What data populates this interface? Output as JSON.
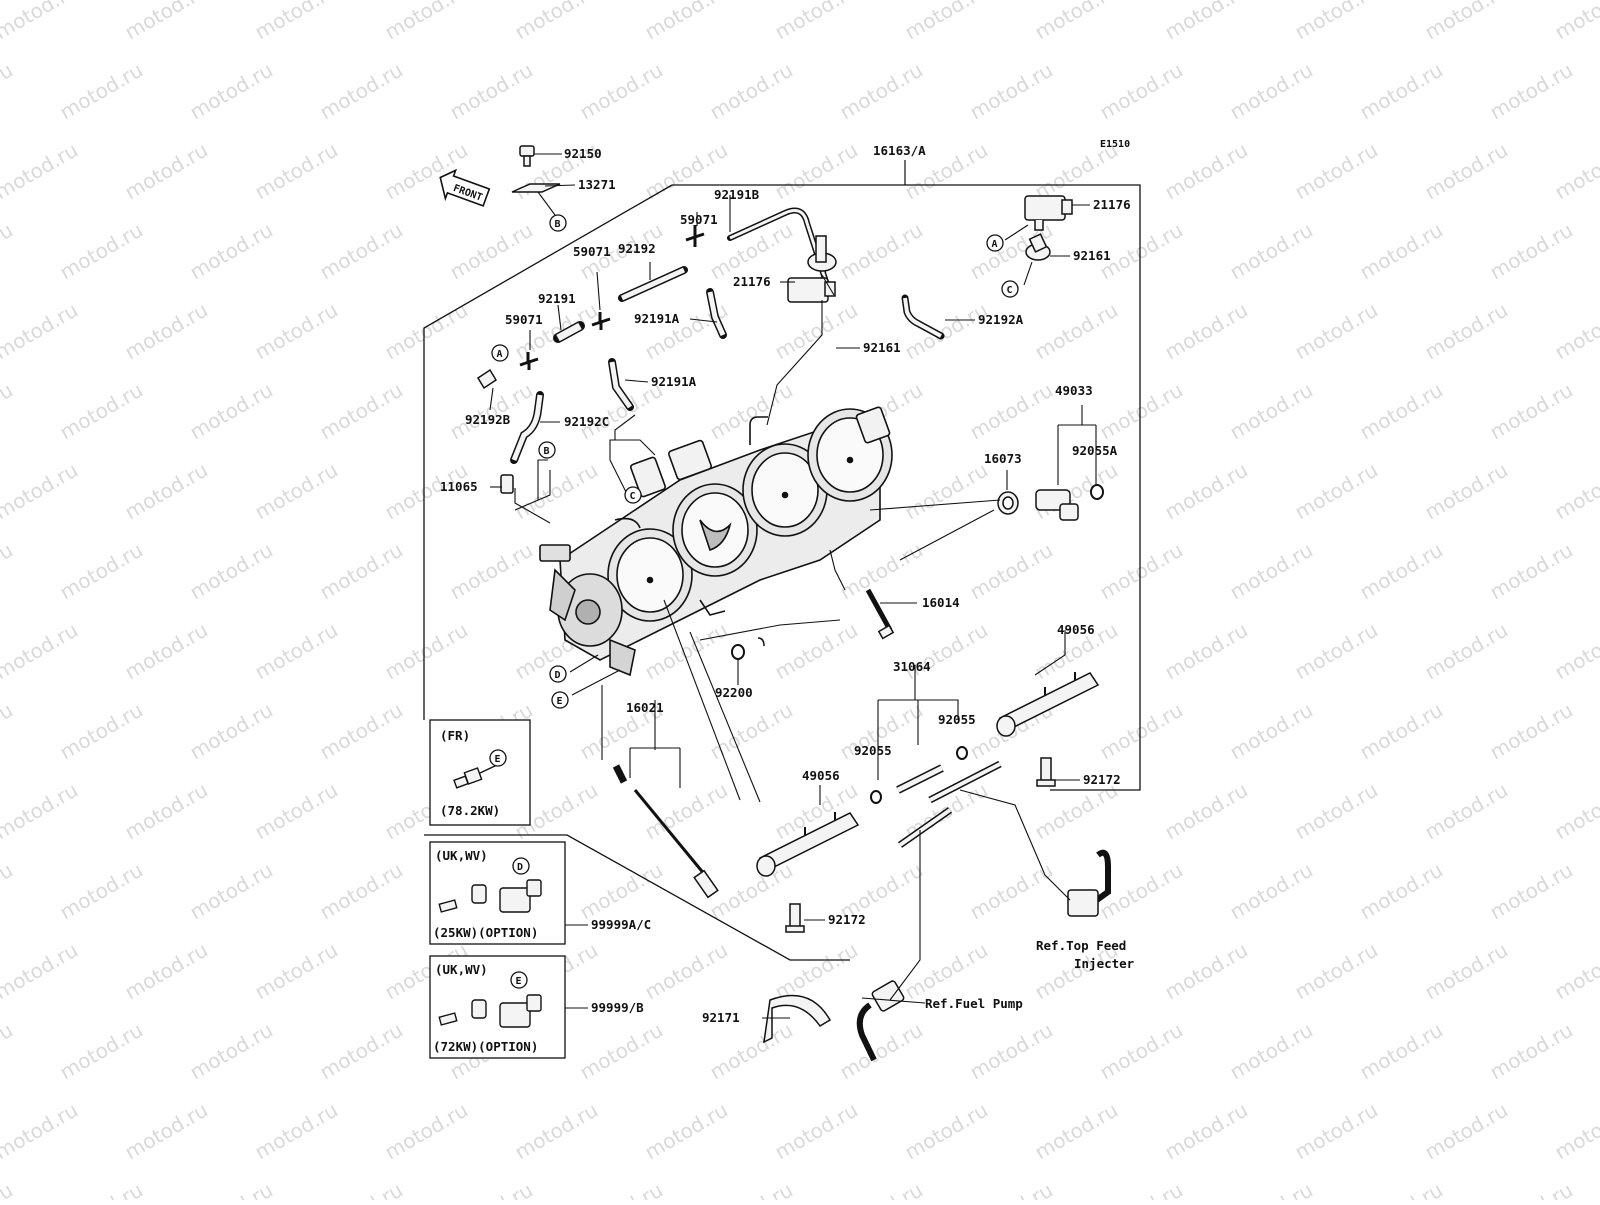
{
  "diagram_code": "E1510",
  "front_label": "FRONT",
  "watermark": "motod.ru",
  "part_labels": {
    "p92150": "92150",
    "p13271": "13271",
    "p16163a": "16163/A",
    "p92191b": "92191B",
    "p59071a": "59071",
    "p92192": "92192",
    "p59071b": "59071",
    "p92191": "92191",
    "p59071c": "59071",
    "p21176a": "21176",
    "p21176b": "21176",
    "p92161a": "92161",
    "p92161b": "92161",
    "p92191a1": "92191A",
    "p92191a2": "92191A",
    "p92192a": "92192A",
    "p92192b": "92192B",
    "p92192c": "92192C",
    "p49033": "49033",
    "p92055a": "92055A",
    "p16073": "16073",
    "p11065": "11065",
    "p16014": "16014",
    "p49056a": "49056",
    "p31064": "31064",
    "p92200": "92200",
    "p16021": "16021",
    "p92055l": "92055",
    "p92055r": "92055",
    "p92172r": "92172",
    "p49056b": "49056",
    "p92172b": "92172",
    "p99999ac": "99999A/C",
    "p99999b": "99999/B",
    "p92171": "92171"
  },
  "callouts": {
    "a1": "A",
    "a2": "A",
    "b1": "B",
    "b2": "B",
    "c1": "C",
    "c2": "C",
    "d1": "D",
    "d2": "D",
    "e1": "E",
    "e2": "E",
    "e3": "E"
  },
  "references": {
    "top_feed_line1": "Ref.Top Feed",
    "top_feed_line2": "Injecter",
    "fuel_pump": "Ref.Fuel Pump"
  },
  "inset_boxes": {
    "fr": {
      "header": "(FR)",
      "footer": "(78.2KW)"
    },
    "ukwv_25": {
      "header": "(UK,WV)",
      "footer": "(25KW)(OPTION)"
    },
    "ukwv_72": {
      "header": "(UK,WV)",
      "footer": "(72KW)(OPTION)"
    }
  }
}
